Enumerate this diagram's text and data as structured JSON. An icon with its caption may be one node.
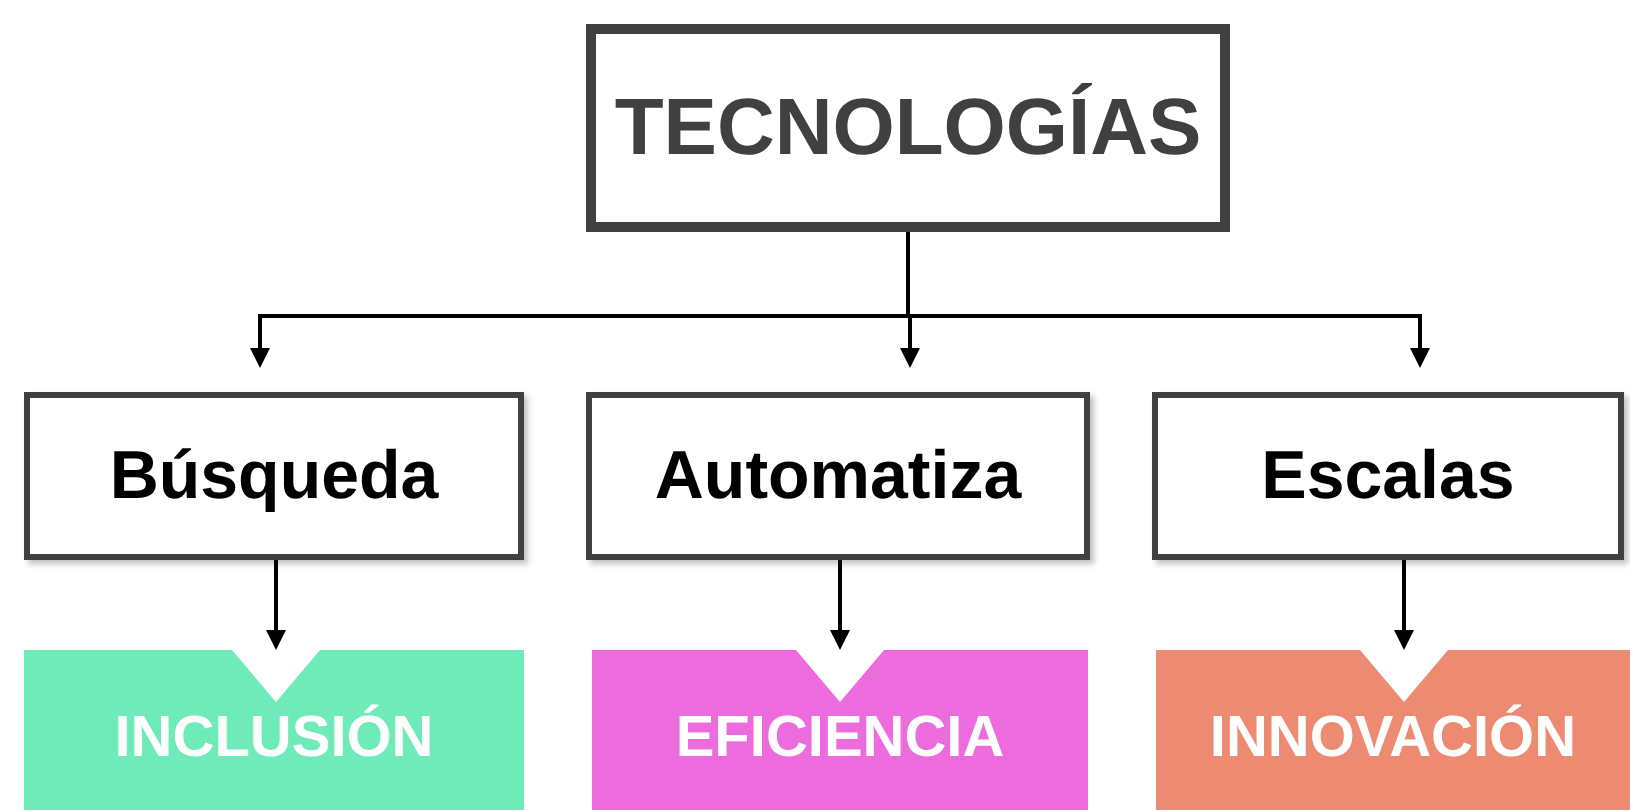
{
  "diagram": {
    "nodes": [
      {
        "text": [
          "TECNOLOGÍAS"
        ]
      },
      {
        "text": [
          "Búsqueda"
        ]
      },
      {
        "text": [
          "Automatiza"
        ]
      },
      {
        "text": [
          "Escalas"
        ]
      },
      {
        "text": [
          "INCLUSIÓN"
        ]
      },
      {
        "text": [
          "EFICIENCIA"
        ]
      },
      {
        "text": [
          "INNOVACIÓN"
        ]
      }
    ],
    "edges": [
      {
        "from": 0,
        "to": 1,
        "arrow": "to"
      },
      {
        "from": 0,
        "to": 2,
        "arrow": "to"
      },
      {
        "from": 0,
        "to": 3,
        "arrow": "to"
      },
      {
        "from": 1,
        "to": 4,
        "arrow": "to"
      },
      {
        "from": 2,
        "to": 5,
        "arrow": "to"
      },
      {
        "from": 3,
        "to": 6,
        "arrow": "to"
      }
    ]
  }
}
